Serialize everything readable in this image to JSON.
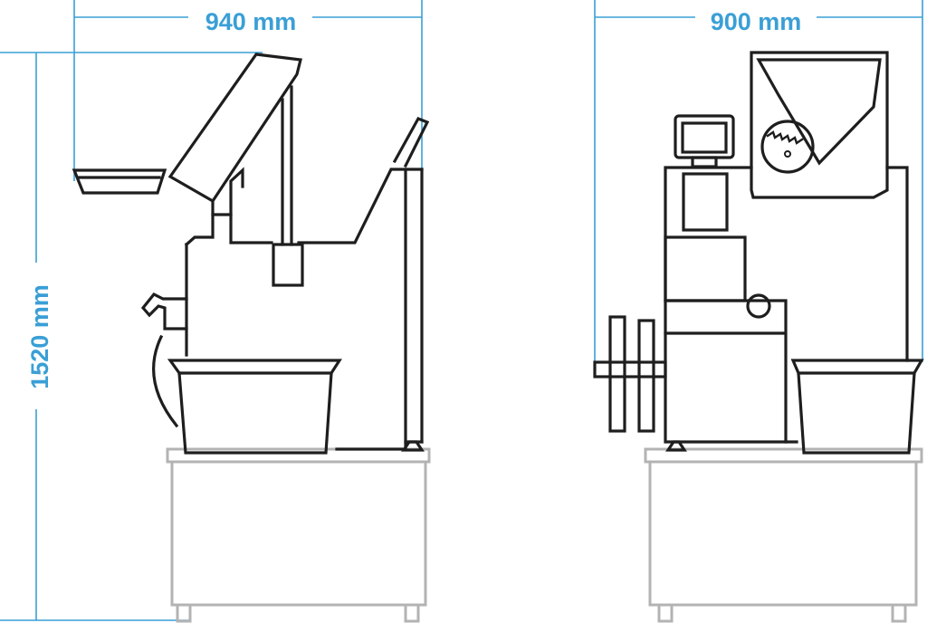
{
  "colors": {
    "dimension": "#3a9fd6",
    "outline": "#1e1e1e",
    "stand": "#b3b3b3",
    "background": "#ffffff"
  },
  "dimensions": {
    "side_width": "940 mm",
    "front_width": "900 mm",
    "height": "1520 mm"
  }
}
